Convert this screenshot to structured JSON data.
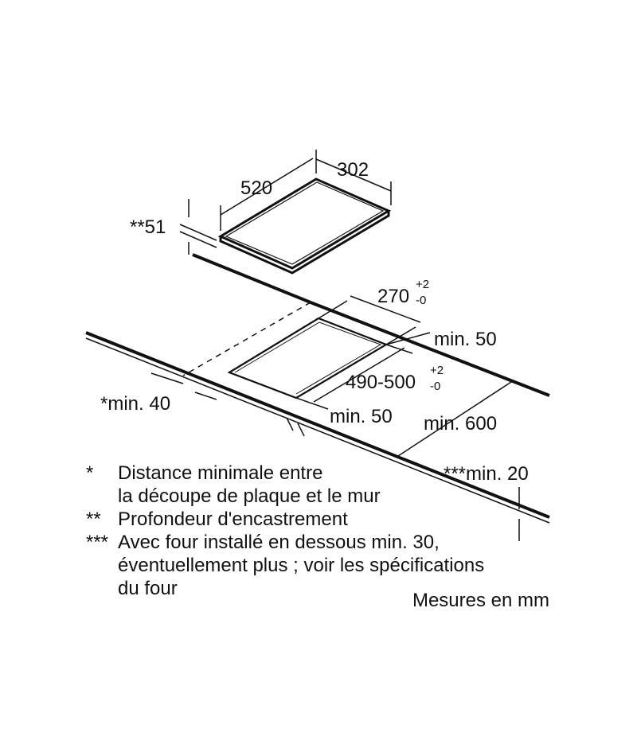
{
  "labels": {
    "hob_width": "302",
    "hob_depth": "520",
    "install_depth": "**51",
    "cutout_width": "270",
    "cutout_width_tol_plus": "+2",
    "cutout_width_tol_minus": "-0",
    "cutout_depth": "490-500",
    "cutout_depth_tol_plus": "+2",
    "cutout_depth_tol_minus": "-0",
    "side_clearance": "min. 50",
    "front_clearance": "min. 50",
    "wall_distance": "*min. 40",
    "worktop_depth": "min. 600",
    "worktop_thickness": "***min. 20"
  },
  "notes": [
    {
      "mark": "*",
      "text": "Distance minimale entre\nla découpe de plaque et le mur"
    },
    {
      "mark": "**",
      "text": "Profondeur d'encastrement"
    },
    {
      "mark": "***",
      "text": "Avec four installé en dessous min. 30,\néventuellement plus ; voir les spécifications\ndu four"
    }
  ],
  "units_note": "Mesures en mm"
}
